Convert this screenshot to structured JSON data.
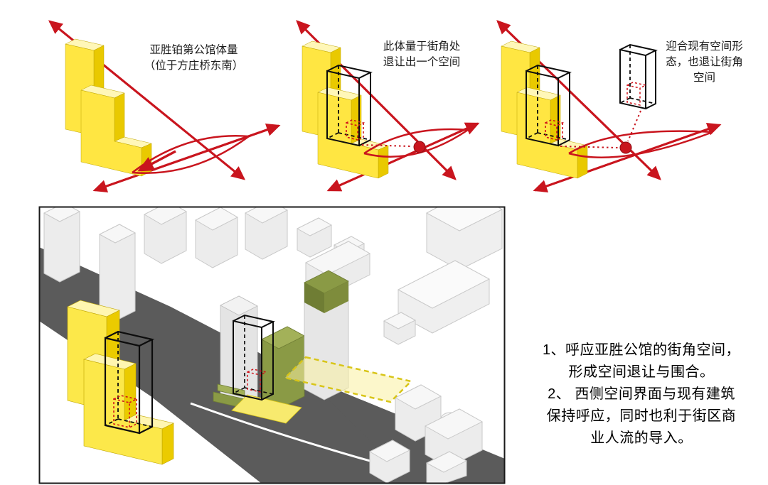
{
  "panels": [
    {
      "caption_lines": [
        "亚胜铂第公馆体量",
        "（位于方庄桥东南）"
      ]
    },
    {
      "caption_lines": [
        "此体量于街角处",
        "退让出一个空间"
      ]
    },
    {
      "caption_lines": [
        "迎合现有空间形",
        "态，也退让街角",
        "空间"
      ]
    }
  ],
  "notes": {
    "lines": [
      "1、呼应亚胜公馆的街角空间，",
      "形成空间退让与围合。",
      "2、 西侧空间界面与现有建筑",
      "保持呼应，同时也利于街区商",
      "业人流的导入。"
    ]
  },
  "colors": {
    "accent_red": "#C9151E",
    "building_yellow": "#FCE84A",
    "building_yellow_side": "#E9C900",
    "building_yellow_top": "#FFF7B8",
    "olive_green": "#8A9A45",
    "road_gray": "#5B5B5B",
    "wireframe_black": "#111111",
    "dashed_area_yellow": "#D8C519"
  }
}
